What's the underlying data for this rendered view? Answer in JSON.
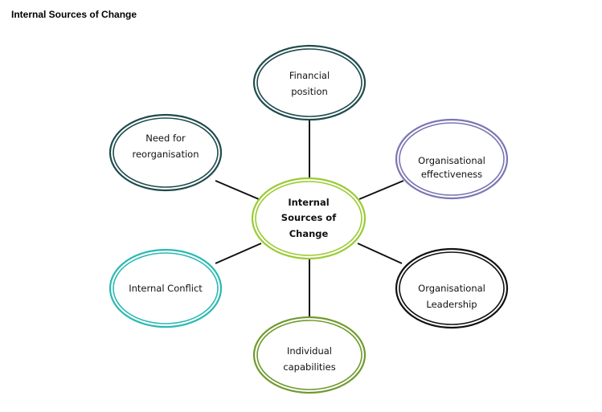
{
  "title": "Internal Sources of Change",
  "colors": {
    "center": "#9acb34",
    "financial": "#1f4b4d",
    "need": "#1f4b4d",
    "effectiveness": "#7b76b2",
    "conflict": "#2bb9b3",
    "leadership": "#111111",
    "individual": "#6f9a2d"
  },
  "nodes": {
    "center": [
      "Internal",
      "Sources of",
      "Change"
    ],
    "financial": [
      "Financial",
      "position"
    ],
    "need": [
      "Need for",
      "reorganisation"
    ],
    "effectiveness": [
      "Organisational",
      "effectiveness"
    ],
    "conflict": [
      "Internal Conflict"
    ],
    "leadership": [
      "Organisational",
      "Leadership"
    ],
    "individual": [
      "Individual",
      "capabilities"
    ]
  }
}
